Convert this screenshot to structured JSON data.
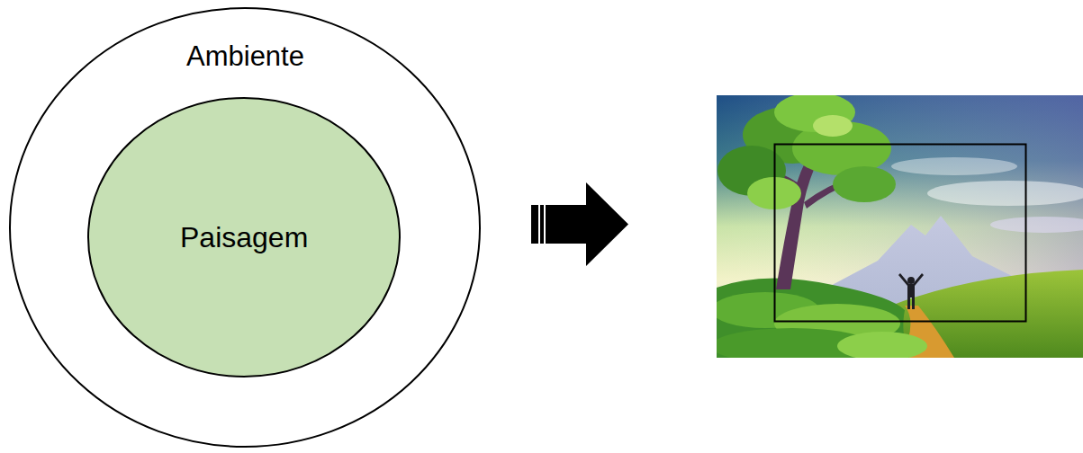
{
  "diagram": {
    "nodes": [
      {
        "text": [
          "Ambiente"
        ]
      },
      {
        "text": [
          "Paisagem"
        ],
        "in": 0
      }
    ]
  }
}
